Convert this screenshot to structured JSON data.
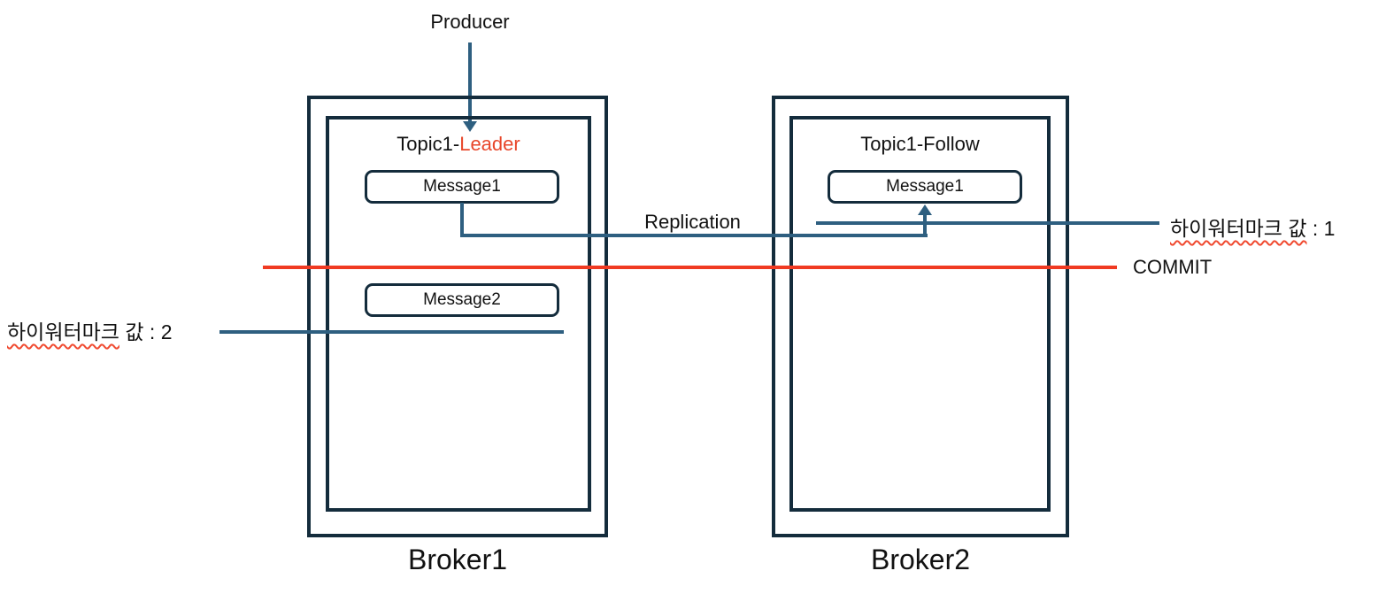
{
  "producer": {
    "label": "Producer"
  },
  "brokers": [
    {
      "name": "Broker1",
      "topic_prefix": "Topic1-",
      "topic_role": "Leader",
      "messages": [
        "Message1",
        "Message2"
      ]
    },
    {
      "name": "Broker2",
      "topic_prefix": "Topic1-",
      "topic_role": "Follow",
      "messages": [
        "Message1"
      ]
    }
  ],
  "replication": {
    "label": "Replication"
  },
  "commit": {
    "label": "COMMIT"
  },
  "watermarks": {
    "left": {
      "underlined": "하이워터마크",
      "rest": " 값 : 2"
    },
    "right": {
      "underlined": "하이워터마크 값",
      "rest": " : 1"
    }
  },
  "colors": {
    "box_stroke": "#142c3c",
    "connector_blue": "#2e5f80",
    "commit_red": "#f03a22",
    "leader_red": "#e8472b",
    "squiggle_red": "#f04a30"
  }
}
